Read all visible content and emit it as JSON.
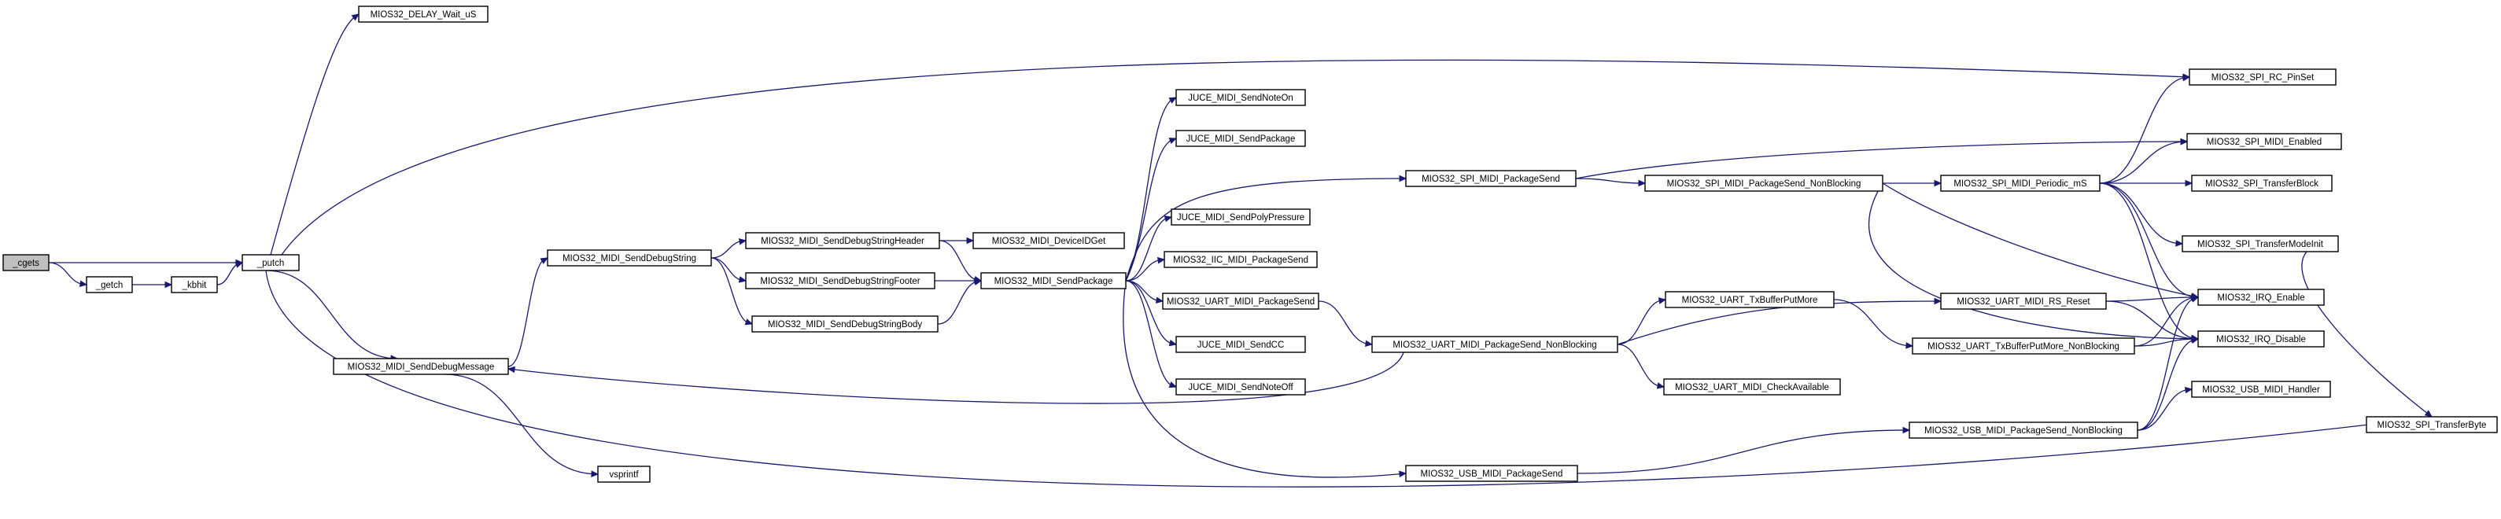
{
  "nodes": {
    "cgets": "_cgets",
    "getch": "_getch",
    "kbhit": "_kbhit",
    "putch": "_putch",
    "delay": "MIOS32_DELAY_Wait_uS",
    "senddebugmessage": "MIOS32_MIDI_SendDebugMessage",
    "vsprintf": "vsprintf",
    "senddebugstring": "MIOS32_MIDI_SendDebugString",
    "header": "MIOS32_MIDI_SendDebugStringHeader",
    "footer": "MIOS32_MIDI_SendDebugStringFooter",
    "body": "MIOS32_MIDI_SendDebugStringBody",
    "deviceid": "MIOS32_MIDI_DeviceIDGet",
    "sendpackage": "MIOS32_MIDI_SendPackage",
    "juce_noteon": "JUCE_MIDI_SendNoteOn",
    "juce_package": "JUCE_MIDI_SendPackage",
    "juce_polypressure": "JUCE_MIDI_SendPolyPressure",
    "iic_send": "MIOS32_IIC_MIDI_PackageSend",
    "uart_send": "MIOS32_UART_MIDI_PackageSend",
    "juce_cc": "JUCE_MIDI_SendCC",
    "juce_noteoff": "JUCE_MIDI_SendNoteOff",
    "spi_send": "MIOS32_SPI_MIDI_PackageSend",
    "usb_send": "MIOS32_USB_MIDI_PackageSend",
    "uart_nb": "MIOS32_UART_MIDI_PackageSend_NonBlocking",
    "spi_nb": "MIOS32_SPI_MIDI_PackageSend_NonBlocking",
    "uart_txput": "MIOS32_UART_TxBufferPutMore",
    "uart_checkavail": "MIOS32_UART_MIDI_CheckAvailable",
    "uart_rsreset": "MIOS32_UART_MIDI_RS_Reset",
    "uart_txput_nb": "MIOS32_UART_TxBufferPutMore_NonBlocking",
    "usb_nb": "MIOS32_USB_MIDI_PackageSend_NonBlocking",
    "spi_periodic": "MIOS32_SPI_MIDI_Periodic_mS",
    "spi_rcpinset": "MIOS32_SPI_RC_PinSet",
    "spi_enabled": "MIOS32_SPI_MIDI_Enabled",
    "spi_transferblock": "MIOS32_SPI_TransferBlock",
    "spi_transfermodeinit": "MIOS32_SPI_TransferModeInit",
    "irq_enable": "MIOS32_IRQ_Enable",
    "irq_disable": "MIOS32_IRQ_Disable",
    "usb_handler": "MIOS32_USB_MIDI_Handler",
    "spi_transferbyte": "MIOS32_SPI_TransferByte"
  },
  "colors": {
    "edge": "#191970",
    "root_fill": "#bfbfbf"
  }
}
